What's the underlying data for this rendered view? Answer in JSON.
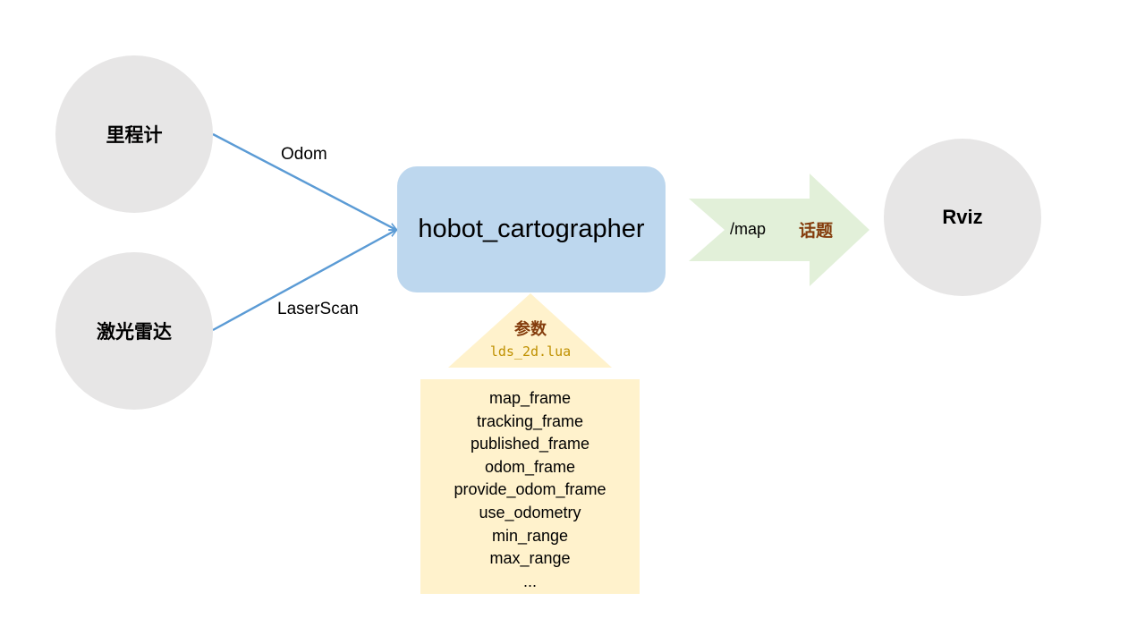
{
  "nodes": {
    "odometer": "里程计",
    "lidar": "激光雷达",
    "main": "hobot_cartographer",
    "rviz": "Rviz"
  },
  "edges": {
    "odom": "Odom",
    "laser": "LaserScan"
  },
  "topic": {
    "name": "/map",
    "label": "话题"
  },
  "params": {
    "title": "参数",
    "file": "lds_2d.lua",
    "items": [
      "map_frame",
      "tracking_frame",
      "published_frame",
      "odom_frame",
      "provide_odom_frame",
      "use_odometry",
      "min_range",
      "max_range",
      "..."
    ]
  },
  "colors": {
    "circle": "#e7e6e6",
    "main_node": "#bdd7ee",
    "line": "#5b9bd5",
    "topic_arrow": "#e2f0d9",
    "param_fill": "#fff2cc",
    "accent_text": "#843c0c",
    "file_text": "#bf9000"
  }
}
